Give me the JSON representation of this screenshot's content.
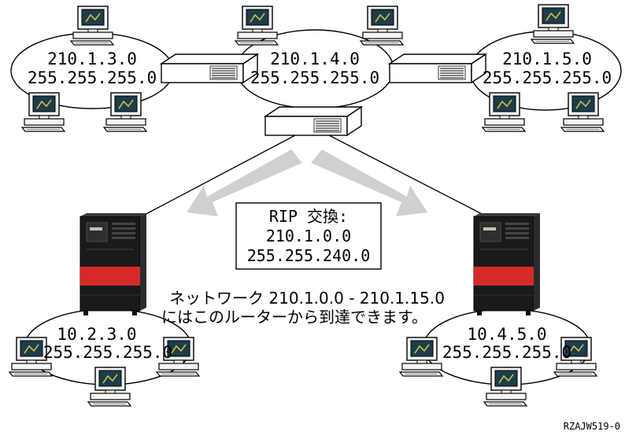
{
  "networks": {
    "top_left": {
      "address": "210.1.3.0",
      "mask": "255.255.255.0"
    },
    "top_center": {
      "address": "210.1.4.0",
      "mask": "255.255.255.0"
    },
    "top_right": {
      "address": "210.1.5.0",
      "mask": "255.255.255.0"
    },
    "bottom_left": {
      "address": "10.2.3.0",
      "mask": "255.255.255.0"
    },
    "bottom_right": {
      "address": "10.4.5.0",
      "mask": "255.255.255.0"
    }
  },
  "rip_box": {
    "title": "RIP 交換:",
    "address": "210.1.0.0",
    "mask": "255.255.240.0"
  },
  "caption": {
    "line1": "ネットワーク 210.1.0.0 - 210.1.15.0",
    "line2": "にはこのルーターから到達できます。"
  },
  "figure_id": "RZAJW519-0",
  "colors": {
    "arrow": "#d0d0d0",
    "server_body": "#1a1a1a",
    "server_accent": "#d42a2a",
    "line": "#000000"
  },
  "icons": [
    "computer-icon",
    "router-icon",
    "server-icon",
    "arrow-icon"
  ]
}
